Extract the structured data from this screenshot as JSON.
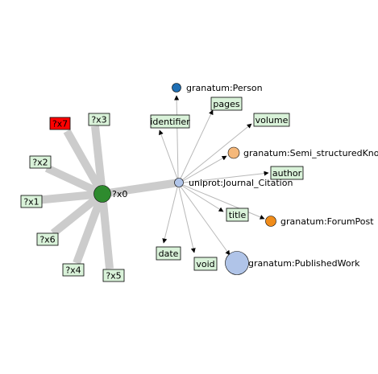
{
  "colors": {
    "background": "#ffffff",
    "thick_edge": "#cccccc",
    "thin_edge": "#b8b8b8",
    "label_fill": "#d9f2d9",
    "label_fill_highlight": "#ff0000",
    "hub_fill": "#2e8b2e",
    "citation_fill": "#b0c4e8",
    "person_fill": "#1f6fb4",
    "semi_fill": "#f5b87a",
    "forum_fill": "#f08c1a",
    "published_fill": "#b0c4e8"
  },
  "nodes": {
    "hub": "?x0",
    "citation": "uniprot:Journal_Citation",
    "person": "granatum:Person",
    "semi": "granatum:Semi_structuredKnowledge",
    "forum": "granatum:ForumPost",
    "published": "granatum:PublishedWork"
  },
  "variables": {
    "x1": "?x1",
    "x2": "?x2",
    "x3": "?x3",
    "x4": "?x4",
    "x5": "?x5",
    "x6": "?x6",
    "x7": "?x7"
  },
  "predicates": {
    "identifier": "identifier",
    "pages": "pages",
    "volume": "volume",
    "author": "author",
    "title": "title",
    "date": "date",
    "void": "void"
  }
}
